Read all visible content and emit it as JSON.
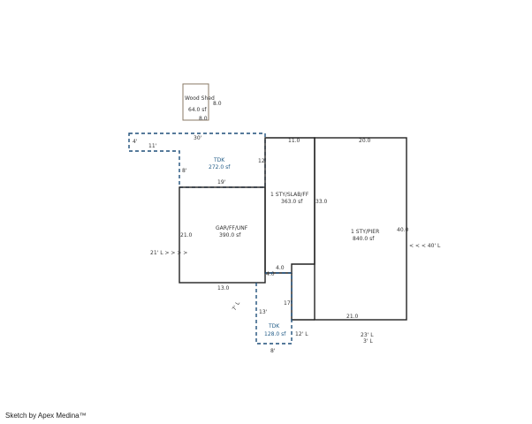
{
  "footer": "Sketch by Apex Medina™",
  "colors": {
    "solid": "#222222",
    "dashed": "#1f4f7a",
    "shed": "#8a7a66",
    "text": "#333333"
  },
  "areas": {
    "shed": {
      "name": "Wood Shed",
      "area": "64.0 sf"
    },
    "tdk_upper": {
      "name": "TDK",
      "area": "272.0 sf"
    },
    "garage": {
      "name": "GAR/FF/UNF",
      "area": "390.0 sf"
    },
    "slab": {
      "name": "1 STY/SLAB/FF",
      "area": "363.0 sf"
    },
    "main": {
      "name": "1 STY/PIER",
      "area": "840.0 sf"
    },
    "tdk_lower": {
      "name": "TDK",
      "area": "128.0 sf"
    }
  },
  "dims": {
    "shed_right": "8.0",
    "shed_bottom": "8.0",
    "tdk_top": "30'",
    "tdk_left_top": "4'",
    "tdk_notch": "11'",
    "tdk_step": "8'",
    "tdk_right": "12'",
    "tdk_bottom": "19'",
    "slab_top": "11.0",
    "slab_right": "33.0",
    "slab_bottom": "4.0",
    "slab_step": "4.0",
    "main_top": "20.0",
    "main_right": "40.0",
    "main_bottom": "21.0",
    "gar_left": "21.0",
    "gar_bottom": "13.0",
    "tdk2_left": "13'",
    "tdk2_right": "17'",
    "tdk2_bottom": "8'"
  },
  "notes": {
    "left_arrows": "21' L > > > >",
    "right_arrows": "< < < 40' L",
    "tdk2_stairs": "7' L",
    "bottom_right_left": "12' L",
    "bottom_right_a": "23' L",
    "bottom_right_b": "3' L"
  }
}
